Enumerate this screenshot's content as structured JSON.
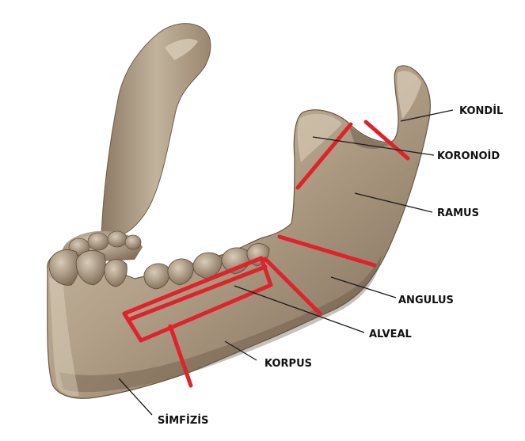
{
  "colors": {
    "bone_light": "#c9bba6",
    "bone_mid": "#a9977e",
    "bone_dark": "#7d6a54",
    "bone_shadow": "#5e4e3d",
    "region_lines": "#e0222a",
    "leader_lines": "#1a1a1a",
    "background": "#ffffff"
  },
  "labels": {
    "kondil": "KONDİL",
    "koronoid": "KORONOİD",
    "ramus": "RAMUS",
    "angulus": "ANGULUS",
    "alveal": "ALVEAL",
    "korpus": "KORPUS",
    "simfizis": "SİMFİZİS"
  }
}
